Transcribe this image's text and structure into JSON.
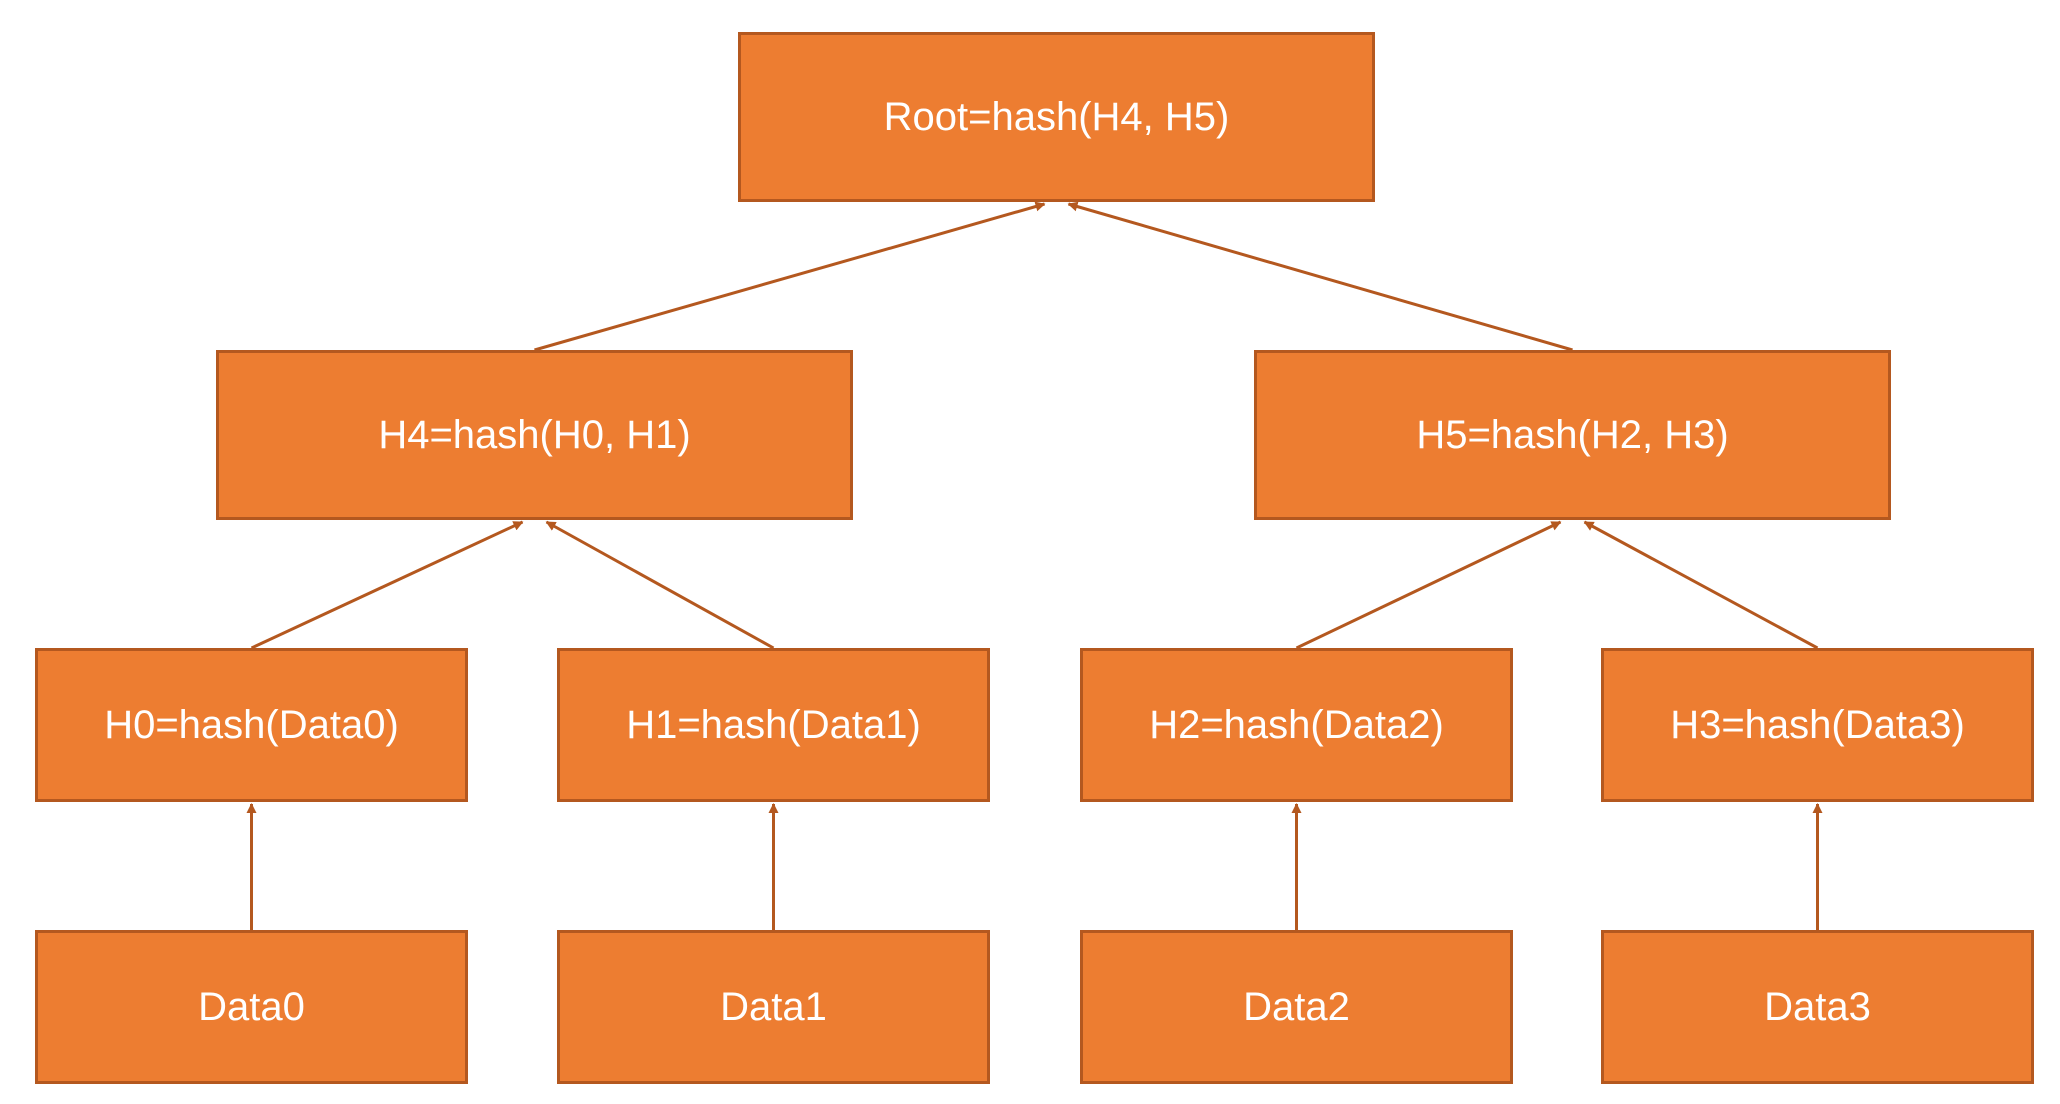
{
  "diagram": {
    "colors": {
      "node_fill": "#ed7d31",
      "node_border": "#b4581f",
      "edge": "#b4581f",
      "text": "#ffffff",
      "background": "#ffffff"
    },
    "nodes": {
      "root": "Root=hash(H4, H5)",
      "h4": "H4=hash(H0, H1)",
      "h5": "H5=hash(H2, H3)",
      "h0": "H0=hash(Data0)",
      "h1": "H1=hash(Data1)",
      "h2": "H2=hash(Data2)",
      "h3": "H3=hash(Data3)",
      "data0": "Data0",
      "data1": "Data1",
      "data2": "Data2",
      "data3": "Data3"
    },
    "edges": [
      {
        "from": "data0",
        "to": "h0"
      },
      {
        "from": "data1",
        "to": "h1"
      },
      {
        "from": "data2",
        "to": "h2"
      },
      {
        "from": "data3",
        "to": "h3"
      },
      {
        "from": "h0",
        "to": "h4"
      },
      {
        "from": "h1",
        "to": "h4"
      },
      {
        "from": "h2",
        "to": "h5"
      },
      {
        "from": "h3",
        "to": "h5"
      },
      {
        "from": "h4",
        "to": "root"
      },
      {
        "from": "h5",
        "to": "root"
      }
    ]
  }
}
